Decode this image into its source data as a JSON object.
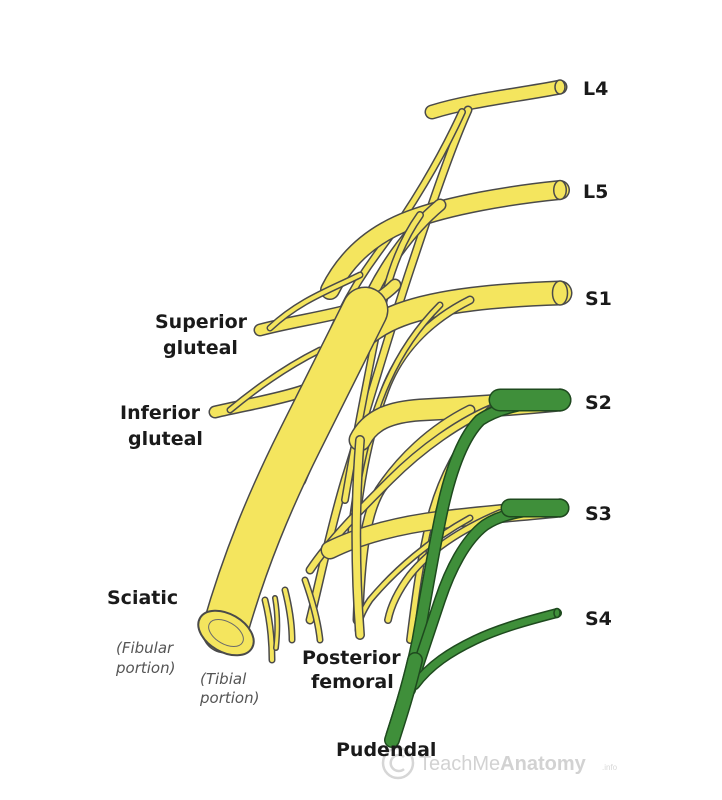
{
  "roots": [
    {
      "key": "L4",
      "label": "L4"
    },
    {
      "key": "L5",
      "label": "L5"
    },
    {
      "key": "S1",
      "label": "S1"
    },
    {
      "key": "S2",
      "label": "S2"
    },
    {
      "key": "S3",
      "label": "S3"
    },
    {
      "key": "S4",
      "label": "S4"
    }
  ],
  "labels": {
    "superior_gluteal": [
      "Superior",
      "gluteal"
    ],
    "inferior_gluteal": [
      "Inferior",
      "gluteal"
    ],
    "sciatic": "Sciatic",
    "fibular_portion": [
      "(Fibular",
      "portion)"
    ],
    "tibial_portion": [
      "(Tibial",
      "portion)"
    ],
    "posterior_femoral": [
      "Posterior",
      "femoral"
    ],
    "pudendal": "Pudendal"
  },
  "colors": {
    "nerve": "#f4e55e",
    "pudendal": "#3f8f3a",
    "outline": "#4a4a4a",
    "text": "#1a1a1a"
  },
  "watermark": {
    "prefix": "TeachMe",
    "brand": "Anatomy",
    "suffix": ".info"
  }
}
